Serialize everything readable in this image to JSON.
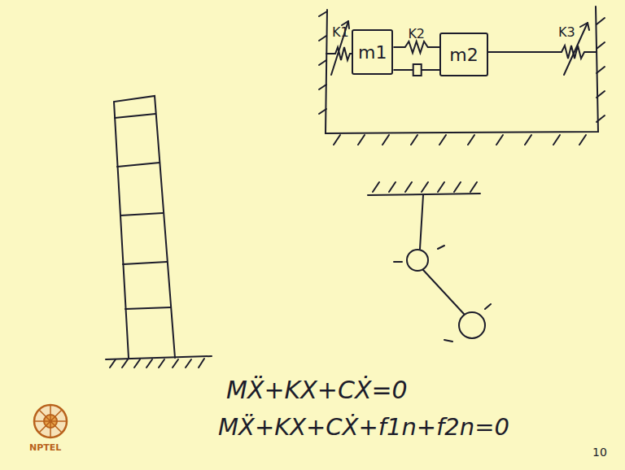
{
  "diagram": {
    "nodes": [
      {
        "text": [
          "m1"
        ]
      },
      {
        "text": [
          "m2"
        ]
      }
    ],
    "edges": [
      {
        "from": 0,
        "to": 1,
        "arrow": "none",
        "label": "K2"
      },
      {
        "from": 0,
        "to": 1,
        "arrow": "none"
      }
    ],
    "labels": [
      "K1",
      "K3",
      "MẌ+KX+CẊ=0",
      "MẌ+KX+CẊ+f1n+f2n=0",
      "NPTEL",
      "10"
    ]
  }
}
